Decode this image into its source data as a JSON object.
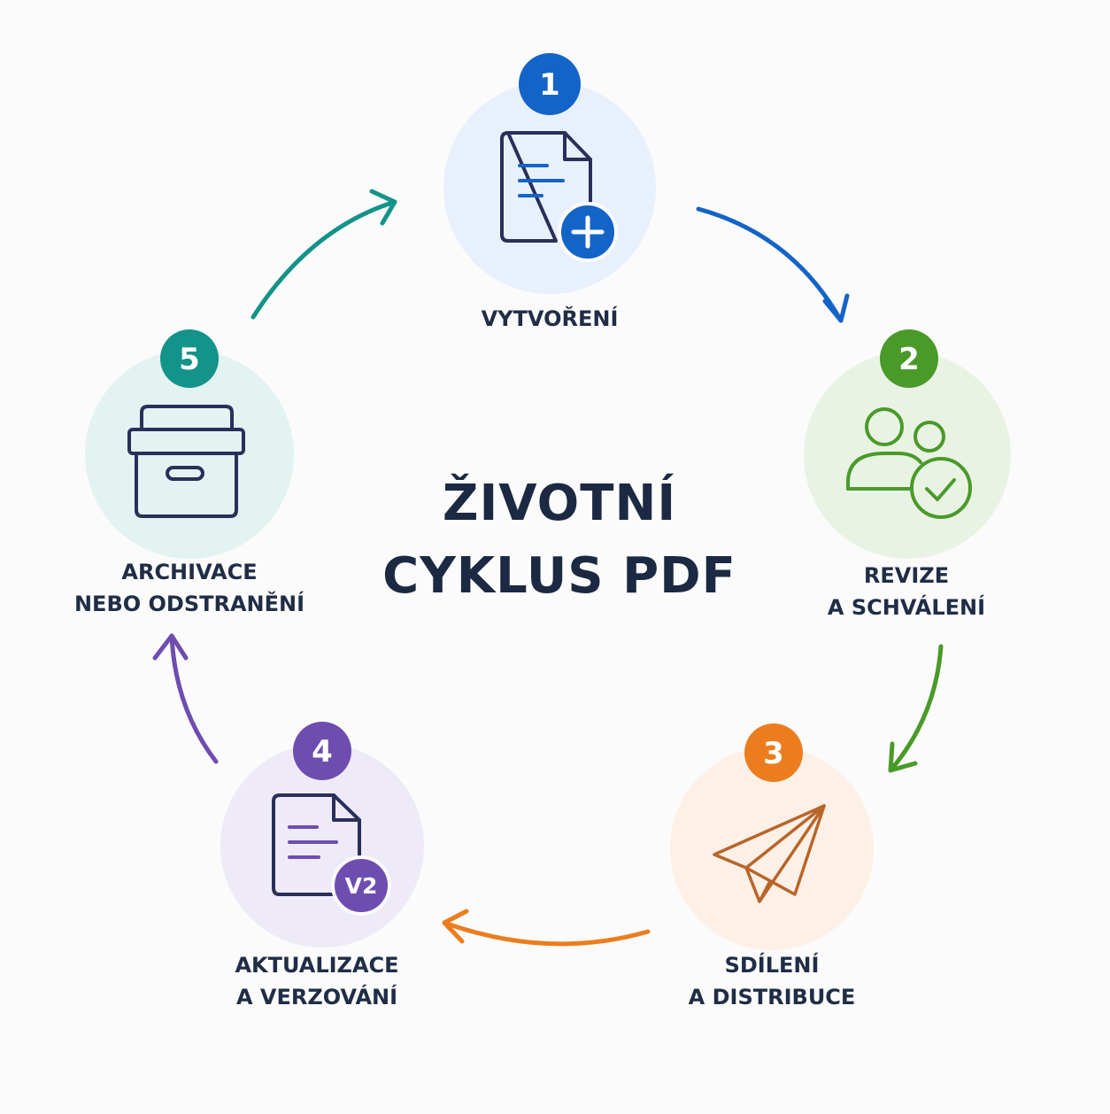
{
  "title": {
    "line1": "ŽIVOTNÍ",
    "line2": "CYKLUS PDF"
  },
  "colors": {
    "step1": "#1464c8",
    "step2": "#4a9a2a",
    "step3": "#ec7d1e",
    "step4": "#6e4db0",
    "step5": "#13938a",
    "text": "#1f2d46",
    "icon_stroke": "#2a2f5a"
  },
  "steps": [
    {
      "number": "1",
      "label_line1": "VYTVOŘENÍ",
      "label_line2": "",
      "icon": "document-plus-icon"
    },
    {
      "number": "2",
      "label_line1": "REVIZE",
      "label_line2": "A SCHVÁLENÍ",
      "icon": "users-check-icon"
    },
    {
      "number": "3",
      "label_line1": "SDÍLENÍ",
      "label_line2": "A DISTRIBUCE",
      "icon": "paper-plane-icon"
    },
    {
      "number": "4",
      "label_line1": "AKTUALIZACE",
      "label_line2": "A VERZOVÁNÍ",
      "icon": "document-version-icon",
      "version_badge": "V2"
    },
    {
      "number": "5",
      "label_line1": "ARCHIVACE",
      "label_line2": "NEBO ODSTRANĚNÍ",
      "icon": "archive-box-icon"
    }
  ]
}
